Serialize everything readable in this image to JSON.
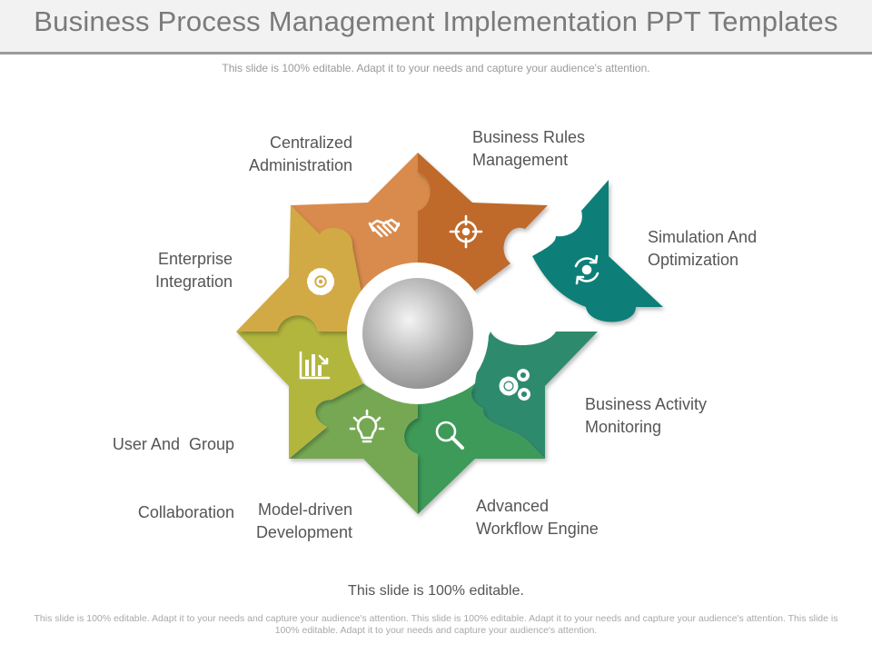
{
  "header": {
    "title": "Business Process Management Implementation PPT Templates",
    "subtitle": "This slide is 100% editable. Adapt it to your needs and capture your audience's attention."
  },
  "diagram": {
    "segments": [
      {
        "label_line1": "Centralized",
        "label_line2": "Administration",
        "icon": "handshake-icon",
        "color": "#d98b4e"
      },
      {
        "label_line1": "Business Rules",
        "label_line2": "Management",
        "icon": "target-icon",
        "color": "#bf6a2b"
      },
      {
        "label_line1": "Simulation And",
        "label_line2": "Optimization",
        "icon": "refresh-gear-icon",
        "color": "#0f7f78"
      },
      {
        "label_line1": "Business Activity",
        "label_line2": "Monitoring",
        "icon": "gears-icon",
        "color": "#2f8a6d"
      },
      {
        "label_line1": "Advanced",
        "label_line2": "Workflow Engine",
        "icon": "magnifier-icon",
        "color": "#3e9a58"
      },
      {
        "label_line1": "Model-driven",
        "label_line2": "Development",
        "icon": "lightbulb-icon",
        "color": "#76a853"
      },
      {
        "label_line1": "User And  Group",
        "label_line2": "Collaboration",
        "icon": "bar-chart-icon",
        "color": "#b2b63c"
      },
      {
        "label_line1": "Enterprise",
        "label_line2": "Integration",
        "icon": "gear-icon",
        "color": "#d2aa45"
      }
    ],
    "center_color": "#bcbcbc"
  },
  "footer": {
    "main": "This slide is 100% editable.",
    "small": "This slide is 100% editable. Adapt it to your needs and capture your audience's attention. This slide is 100% editable. Adapt it to your needs and capture your audience's attention. This slide is 100% editable. Adapt it to your needs and capture your audience's attention."
  }
}
